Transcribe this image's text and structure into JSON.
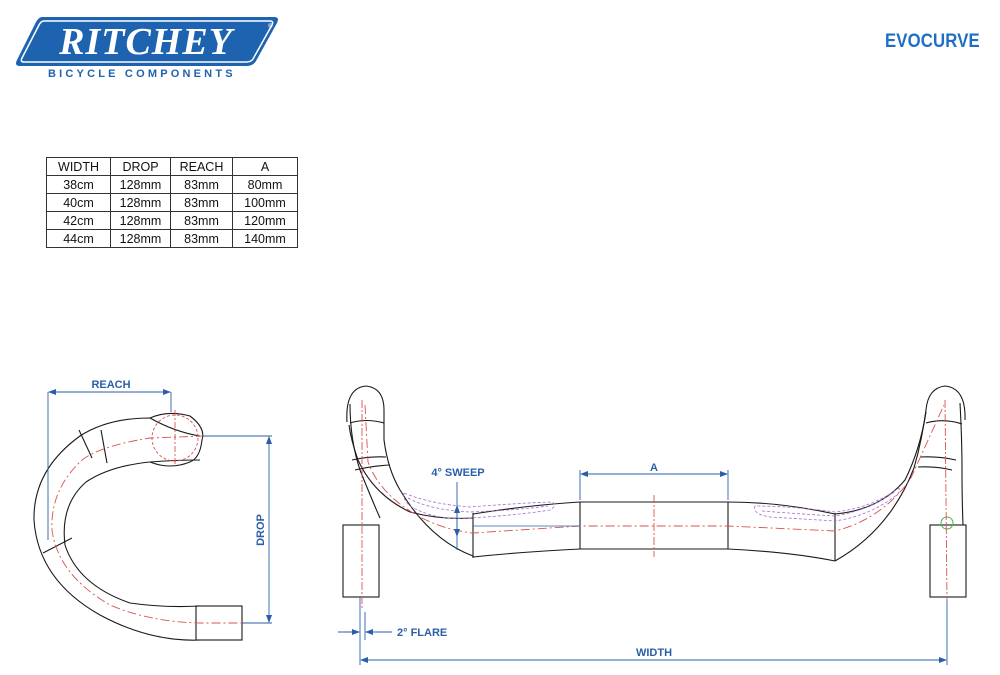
{
  "brand": {
    "name": "RITCHEY",
    "tagline": "BICYCLE COMPONENTS",
    "color": "#1e63b0"
  },
  "product": {
    "title": "EVOCURVE",
    "color": "#1e6fc4"
  },
  "spec_table": {
    "headers": [
      "WIDTH",
      "DROP",
      "REACH",
      "A"
    ],
    "rows": [
      [
        "38cm",
        "128mm",
        "83mm",
        "80mm"
      ],
      [
        "40cm",
        "128mm",
        "83mm",
        "100mm"
      ],
      [
        "42cm",
        "128mm",
        "83mm",
        "120mm"
      ],
      [
        "44cm",
        "128mm",
        "83mm",
        "140mm"
      ]
    ]
  },
  "drawing": {
    "side_view": {
      "reach_label": "REACH",
      "drop_label": "DROP"
    },
    "front_view": {
      "sweep_label": "4° SWEEP",
      "a_label": "A",
      "flare_label": "2° FLARE",
      "width_label": "WIDTH"
    },
    "colors": {
      "outline": "#1a1a1a",
      "centerline": "#d9534f",
      "dimension": "#2a5fa8",
      "groove": "#a66bd0",
      "marker": "#4caf50"
    }
  }
}
